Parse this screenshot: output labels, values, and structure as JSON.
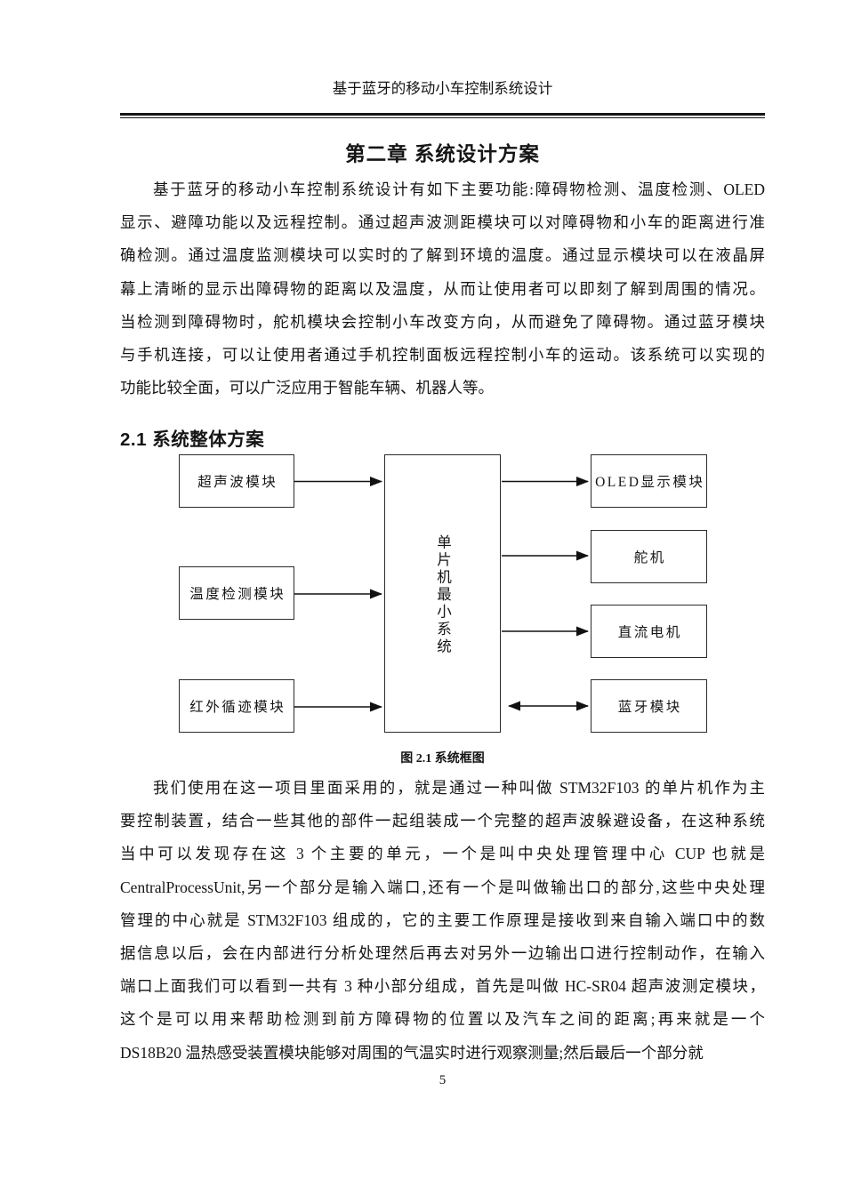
{
  "header": {
    "running_title": "基于蓝牙的移动小车控制系统设计"
  },
  "chapter": {
    "title": "第二章 系统设计方案"
  },
  "paragraph1": {
    "lines": [
      "基于蓝牙的移动小车控制系统设计有如下主要功能:障碍物检测、温度检测、OLED",
      "显示、避障功能以及远程控制。通过超声波测距模块可以对障碍物和小车的距离进行准",
      "确检测。通过温度监测模块可以实时的了解到环境的温度。通过显示模块可以在液晶屏",
      "幕上清晰的显示出障碍物的距离以及温度，从而让使用者可以即刻了解到周围的情况。",
      "当检测到障碍物时，舵机模块会控制小车改变方向，从而避免了障碍物。通过蓝牙模块",
      "与手机连接，可以让使用者通过手机控制面板远程控制小车的运动。该系统可以实现的",
      "功能比较全面，可以广泛应用于智能车辆、机器人等。"
    ]
  },
  "section": {
    "heading": "2.1 系统整体方案"
  },
  "diagram": {
    "left_boxes": [
      {
        "label": "超声波模块"
      },
      {
        "label": "温度检测模块"
      },
      {
        "label": "红外循迹模块"
      }
    ],
    "center_box": {
      "label": "单片机最小系统"
    },
    "right_boxes": [
      {
        "label": "OLED显示模块"
      },
      {
        "label": "舵机"
      },
      {
        "label": "直流电机"
      },
      {
        "label": "蓝牙模块"
      }
    ],
    "caption": "图 2.1 系统框图"
  },
  "paragraph2": {
    "lines": [
      "我们使用在这一项目里面采用的，就是通过一种叫做 STM32F103 的单片机作为主",
      "要控制装置，结合一些其他的部件一起组装成一个完整的超声波躲避设备，在这种系统",
      "当中可以发现存在这 3 个主要的单元，一个是叫中央处理管理中心 CUP 也就是",
      "CentralProcessUnit,另一个部分是输入端口,还有一个是叫做输出口的部分,这些中央处理",
      "管理的中心就是 STM32F103 组成的，它的主要工作原理是接收到来自输入端口中的数",
      "据信息以后，会在内部进行分析处理然后再去对另外一边输出口进行控制动作，在输入",
      "端口上面我们可以看到一共有 3 种小部分组成，首先是叫做 HC-SR04 超声波测定模块，",
      "这个是可以用来帮助检测到前方障碍物的位置以及汽车之间的距离;再来就是一个",
      "DS18B20 温热感受装置模块能够对周围的气温实时进行观察测量;然后最后一个部分就"
    ]
  },
  "footer": {
    "page_number": "5"
  }
}
